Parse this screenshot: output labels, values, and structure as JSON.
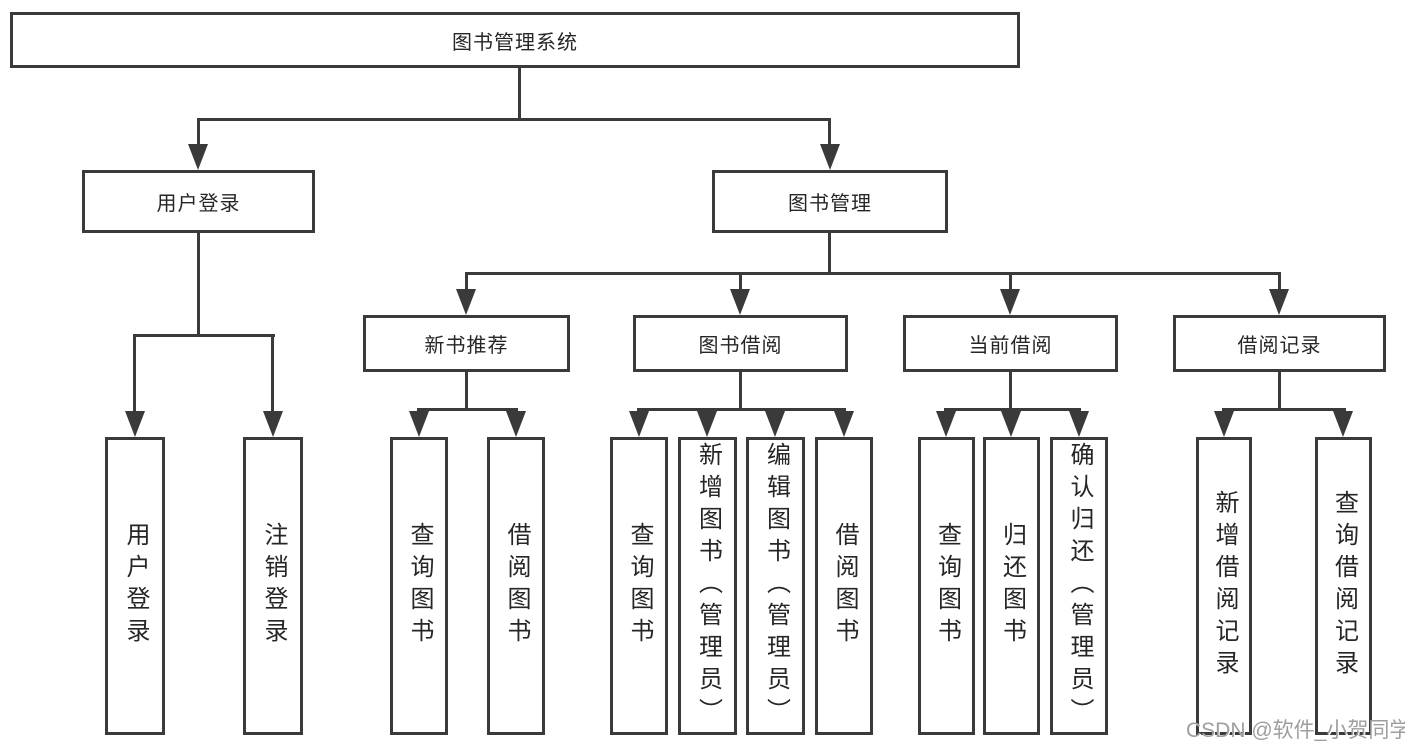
{
  "diagram": {
    "title": "图书管理系统",
    "watermark": "CSDN @软件_小贺同学",
    "colors": {
      "line": "#3a3a3a",
      "text": "#262626",
      "background": "#ffffff",
      "watermark": "#9e9e9e"
    },
    "tree": {
      "root": {
        "label": "图书管理系统"
      },
      "branches": [
        {
          "label": "用户登录",
          "children": [
            "用户登录",
            "注销登录"
          ]
        },
        {
          "label": "图书管理",
          "groups": [
            {
              "label": "新书推荐",
              "children": [
                "查询图书",
                "借阅图书"
              ]
            },
            {
              "label": "图书借阅",
              "children": [
                "查询图书",
                "新增图书（管理员）",
                "编辑图书（管理员）",
                "借阅图书"
              ]
            },
            {
              "label": "当前借阅",
              "children": [
                "查询图书",
                "归还图书",
                "确认归还（管理员）"
              ]
            },
            {
              "label": "借阅记录",
              "children": [
                "新增借阅记录",
                "查询借阅记录"
              ]
            }
          ]
        }
      ]
    }
  }
}
